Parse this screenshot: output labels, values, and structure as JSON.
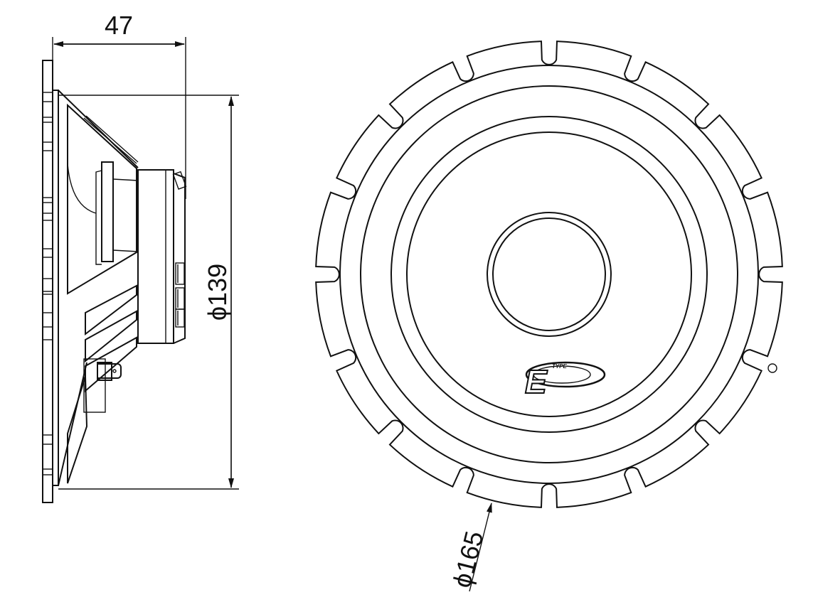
{
  "dimensions": {
    "depth_label": "47",
    "mount_diameter_label": "ϕ139",
    "outer_diameter_label": "ϕ165"
  },
  "logo": {
    "small_text": "TYPE",
    "letter": "E"
  },
  "colors": {
    "line": "#111111",
    "background": "#ffffff"
  }
}
